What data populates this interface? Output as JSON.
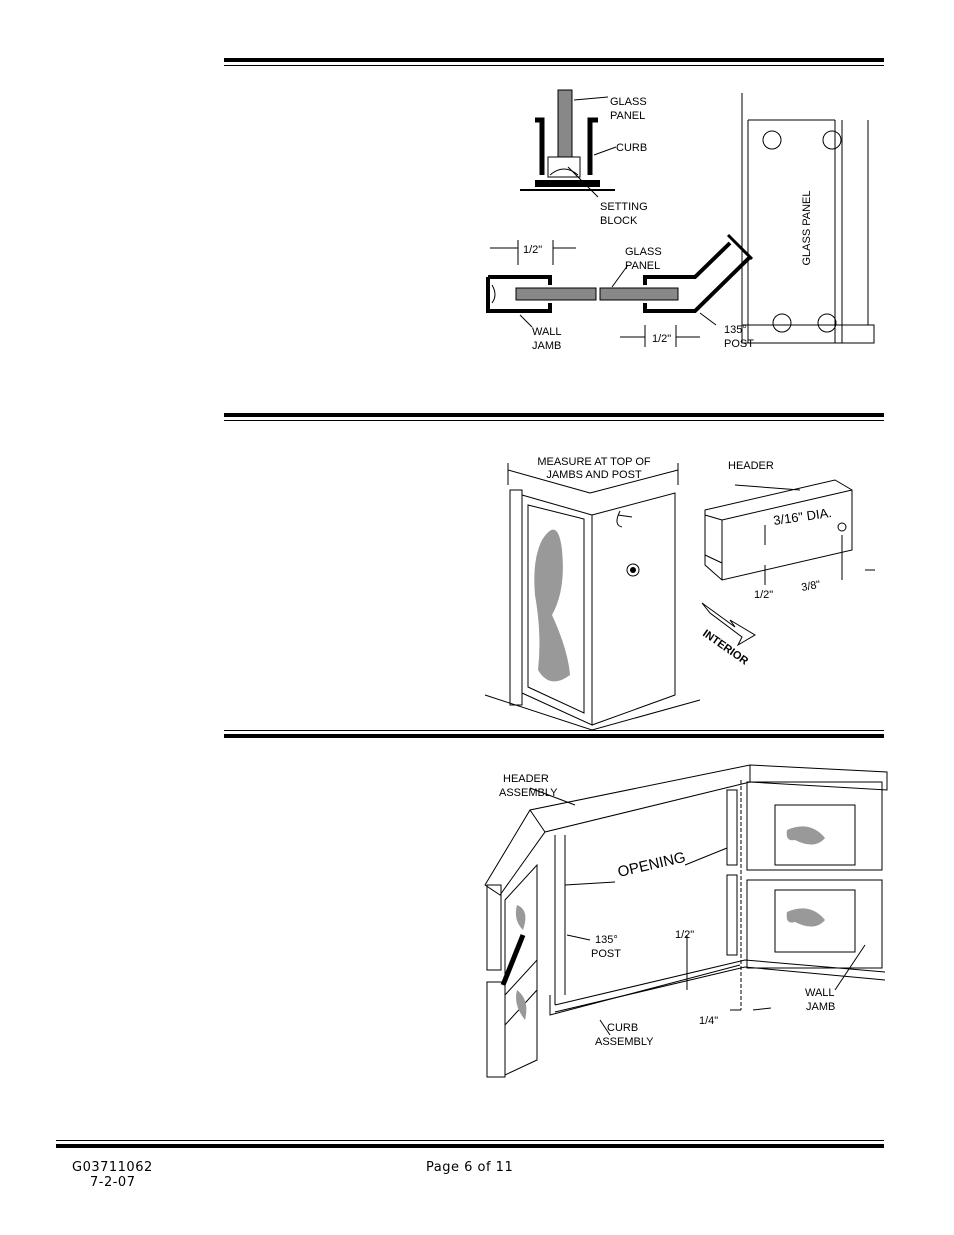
{
  "figure1": {
    "labels": {
      "glass_panel": "GLASS",
      "glass_panel2": "PANEL",
      "curb": "CURB",
      "setting": "SETTING",
      "block": "BLOCK",
      "dim_half_top": "1/2\"",
      "glass_panel_b": "GLASS",
      "glass_panel_b2": "PANEL",
      "wall": "WALL",
      "jamb": "JAMB",
      "dim_half_bottom": "1/2\"",
      "post_angle": "135°",
      "post": "POST",
      "glass_panel_side": "GLASS  PANEL"
    }
  },
  "figure2": {
    "labels": {
      "measure1": "MEASURE AT TOP OF",
      "measure2": "JAMBS AND POST",
      "header": "HEADER",
      "dia": "3/16\" DIA.",
      "half": "1/2\"",
      "three_eighths": "3/8\"",
      "interior": "INTERIOR"
    }
  },
  "figure3": {
    "labels": {
      "header1": "HEADER",
      "header2": "ASSEMBLY",
      "opening": "OPENING",
      "post_angle": "135°",
      "post": "POST",
      "half": "1/2\"",
      "wall": "WALL",
      "jamb": "JAMB",
      "quarter": "1/4\"",
      "curb1": "CURB",
      "curb2": "ASSEMBLY"
    }
  },
  "footer": {
    "doc_number": "G03711062",
    "date": "7-2-07",
    "page": "Page 6 of 11"
  }
}
